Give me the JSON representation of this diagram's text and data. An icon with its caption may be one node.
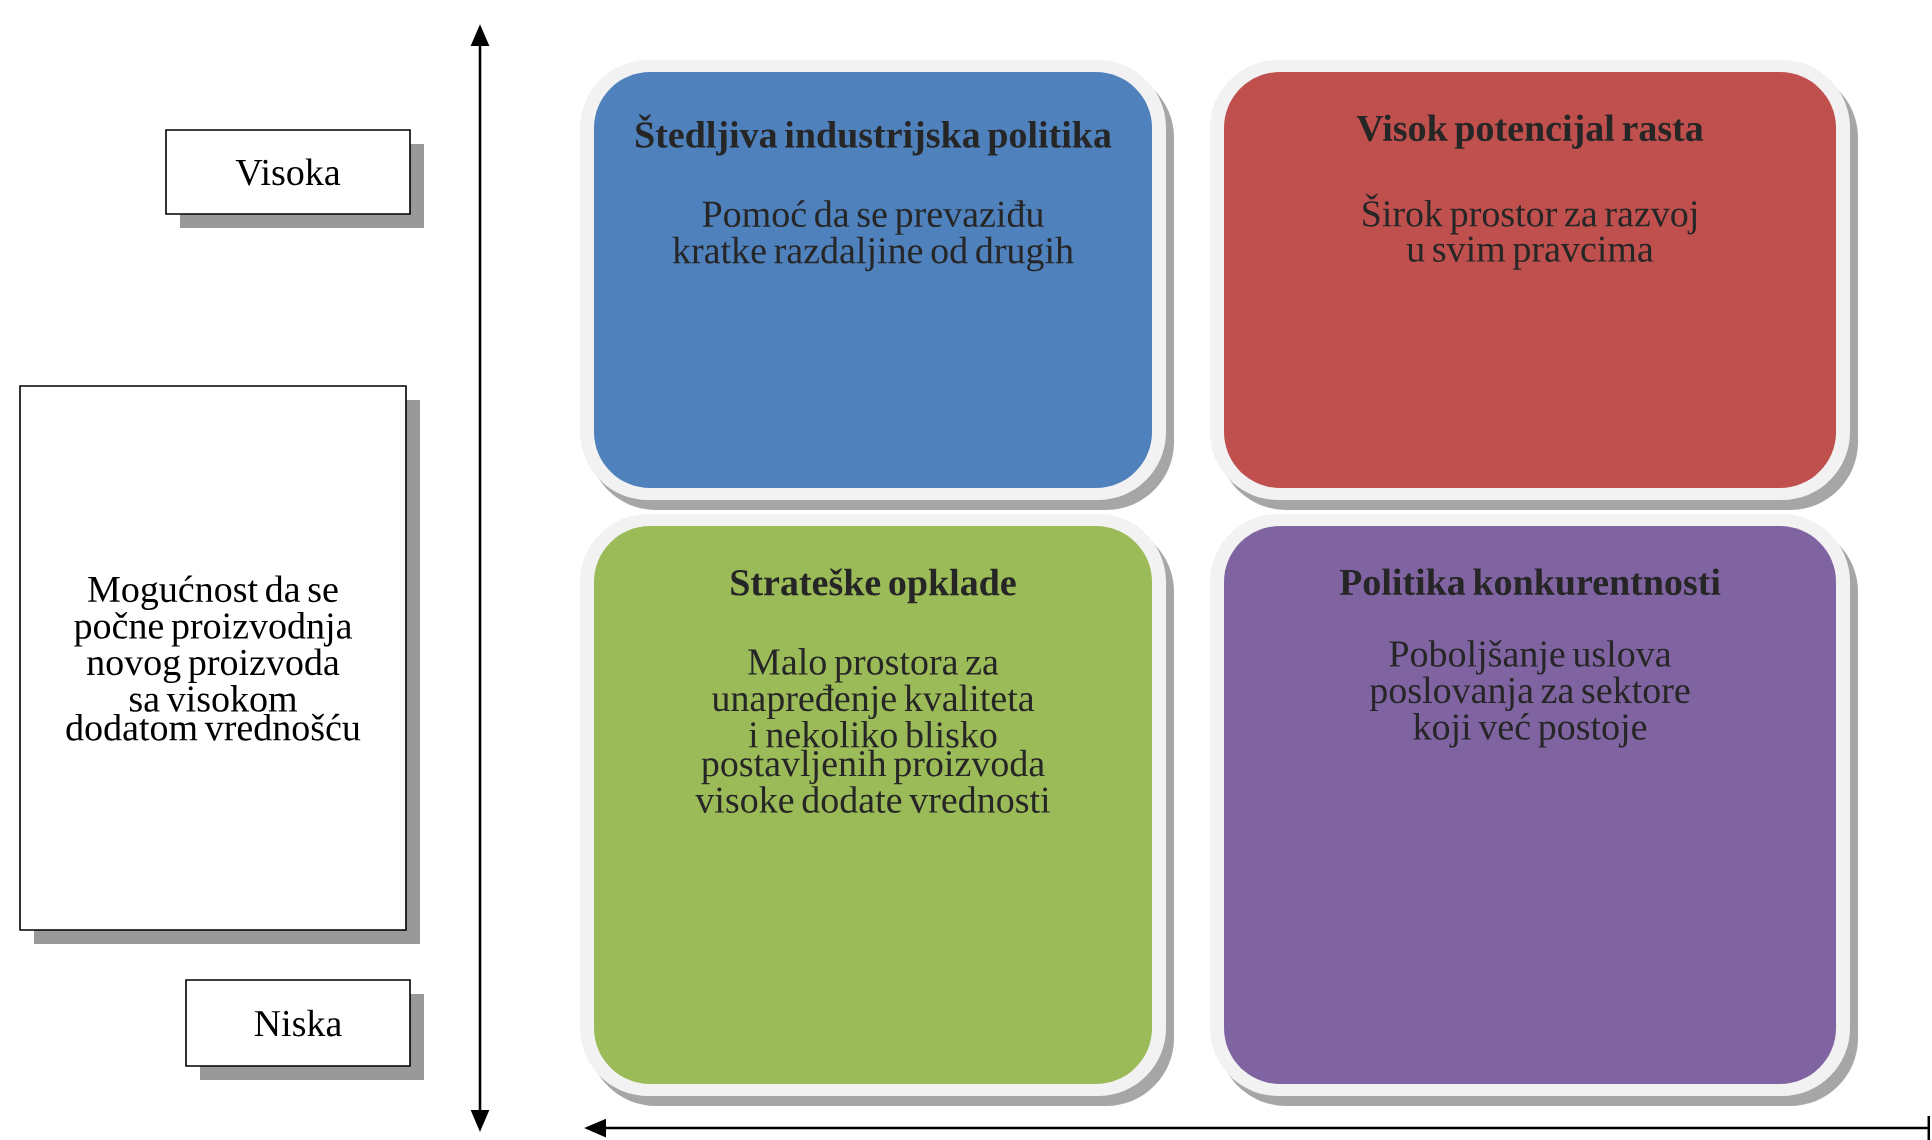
{
  "diagram": {
    "nodes": [
      {
        "text": [
          "Visoka"
        ]
      },
      {
        "text": [
          "Mogućnost da se počne proizvodnja novog proizvoda sa visokom dodatom vrednošću"
        ]
      },
      {
        "text": [
          "Niska"
        ]
      },
      {
        "text": [
          "Štedljiva industrijska politika",
          "Pomoć da se prevaziđu kratke razdaljine od drugih"
        ]
      },
      {
        "text": [
          "Visok potencijal rasta",
          "Širok prostor za razvoj u svim pravcima"
        ]
      },
      {
        "text": [
          "Strateške opklade",
          "Malo prostora za unapređenje kvaliteta i nekoliko blisko postavljenih proizvoda visoke dodate vrednosti"
        ]
      },
      {
        "text": [
          "Politika konkurentnosti",
          "Poboljšanje uslova poslovanja za sektore koji već postoje"
        ]
      }
    ]
  }
}
